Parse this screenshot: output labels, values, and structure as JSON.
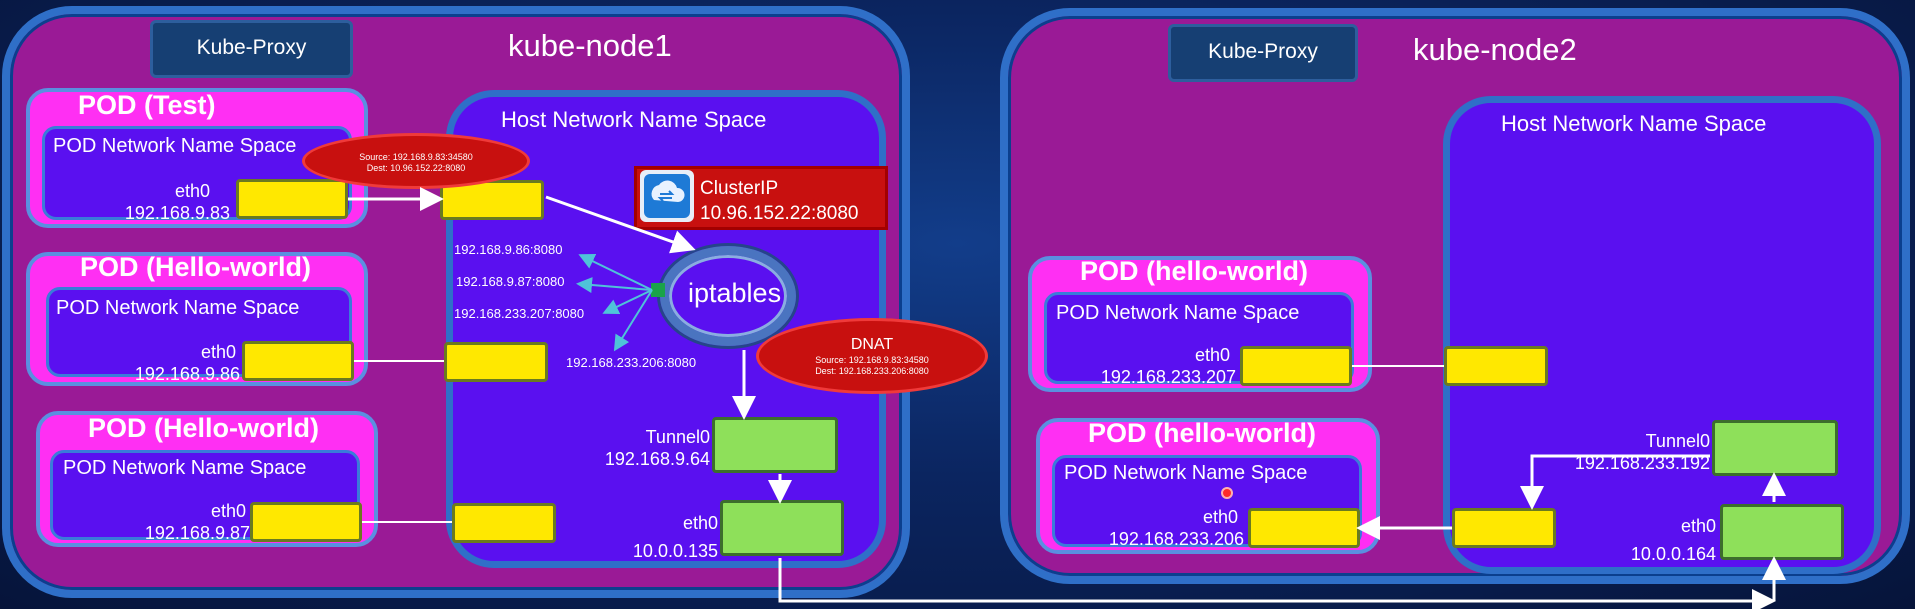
{
  "node1": {
    "title": "kube-node1",
    "proxy": "Kube-Proxy",
    "host_ns": "Host Network Name Space",
    "pods": [
      {
        "title": "POD (Test)",
        "ns": "POD Network Name Space",
        "eth": "eth0",
        "ip": "192.168.9.83"
      },
      {
        "title": "POD (Hello-world)",
        "ns": "POD Network Name Space",
        "eth": "eth0",
        "ip": "192.168.9.86"
      },
      {
        "title": "POD (Hello-world)",
        "ns": "POD Network Name Space",
        "eth": "eth0",
        "ip": "192.168.9.87"
      }
    ],
    "packet": {
      "source": "Source: 192.168.9.83:34580",
      "dest": "Dest: 10.96.152.22:8080"
    },
    "clusterip": {
      "label": "ClusterIP",
      "value": "10.96.152.22:8080"
    },
    "iptables": "iptables",
    "targets": [
      "192.168.9.86:8080",
      "192.168.9.87:8080",
      "192.168.233.207:8080",
      "192.168.233.206:8080"
    ],
    "dnat": {
      "label": "DNAT",
      "source": "Source: 192.168.9.83:34580",
      "dest": "Dest: 192.168.233.206:8080"
    },
    "tunnel": {
      "label": "Tunnel0",
      "ip": "192.168.9.64"
    },
    "eth": {
      "label": "eth0",
      "ip": "10.0.0.135"
    }
  },
  "node2": {
    "title": "kube-node2",
    "proxy": "Kube-Proxy",
    "host_ns": "Host Network Name Space",
    "pods": [
      {
        "title": "POD (hello-world)",
        "ns": "POD Network Name Space",
        "eth": "eth0",
        "ip": "192.168.233.207"
      },
      {
        "title": "POD (hello-world)",
        "ns": "POD Network Name Space",
        "eth": "eth0",
        "ip": "192.168.233.206"
      }
    ],
    "tunnel": {
      "label": "Tunnel0",
      "ip": "192.168.233.192"
    },
    "eth": {
      "label": "eth0",
      "ip": "10.0.0.164"
    }
  },
  "colors": {
    "node": "#9a1a96",
    "host_ns": "#5a10f0",
    "pod": "#ff2ff3",
    "veth": "#ffe800",
    "tunnel": "#8ee05a",
    "callout": "#c8100f"
  }
}
